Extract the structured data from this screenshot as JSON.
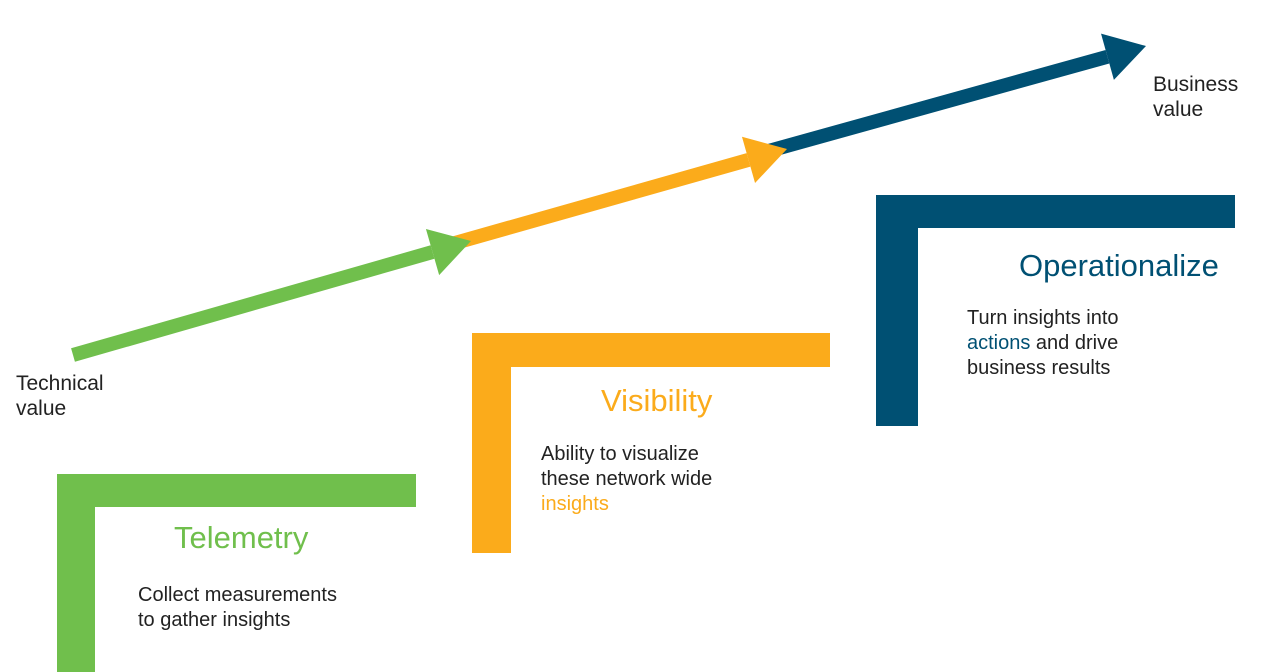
{
  "colors": {
    "telemetry": "#70bf4c",
    "visibility": "#fbab1b",
    "operationalize": "#005073",
    "text": "#222222"
  },
  "axis_labels": {
    "start": [
      "Technical",
      "value"
    ],
    "end": [
      "Business",
      "value"
    ]
  },
  "arrow_segments": [
    {
      "name": "telemetry",
      "color": "#70bf4c"
    },
    {
      "name": "visibility",
      "color": "#fbab1b"
    },
    {
      "name": "operationalize",
      "color": "#005073"
    }
  ],
  "stages": [
    {
      "title": "Telemetry",
      "color": "#70bf4c",
      "description": {
        "before": "Collect measurements",
        "line2": "to gather insights",
        "highlight": "",
        "after": ""
      }
    },
    {
      "title": "Visibility",
      "color": "#fbab1b",
      "description": {
        "line1": "Ability to visualize",
        "line2": "these network wide",
        "highlight": "insights"
      }
    },
    {
      "title": "Operationalize",
      "color": "#005073",
      "description": {
        "line1": "Turn insights into",
        "highlight": "actions",
        "line2_rest": " and drive",
        "line3": "business results"
      }
    }
  ]
}
